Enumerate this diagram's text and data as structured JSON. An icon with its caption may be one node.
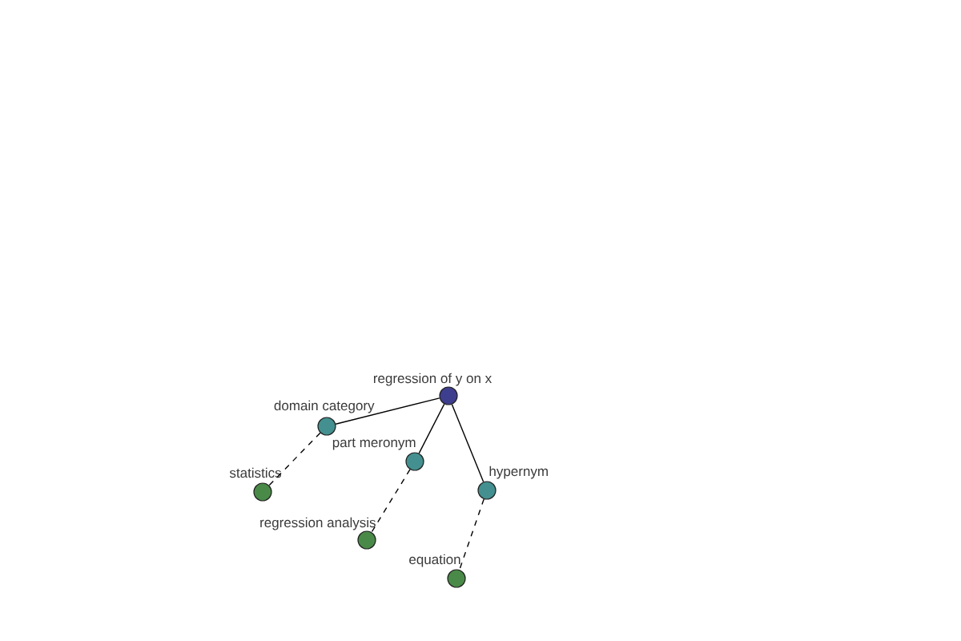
{
  "diagram": {
    "nodes": [
      {
        "text": [
          "regression of y on x"
        ]
      },
      {
        "text": [
          "domain category"
        ]
      },
      {
        "text": [
          "part meronym"
        ]
      },
      {
        "text": [
          "hypernym"
        ]
      },
      {
        "text": [
          "statistics"
        ]
      },
      {
        "text": [
          "regression analysis"
        ]
      },
      {
        "text": [
          "equation"
        ]
      }
    ],
    "edges": [
      {
        "from": 0,
        "to": 1,
        "arrow": "none"
      },
      {
        "from": 0,
        "to": 2,
        "arrow": "none"
      },
      {
        "from": 0,
        "to": 3,
        "arrow": "none"
      },
      {
        "from": 1,
        "to": 4,
        "arrow": "none",
        "style": "dashed"
      },
      {
        "from": 2,
        "to": 5,
        "arrow": "none",
        "style": "dashed"
      },
      {
        "from": 3,
        "to": 6,
        "arrow": "none",
        "style": "dashed"
      }
    ]
  }
}
